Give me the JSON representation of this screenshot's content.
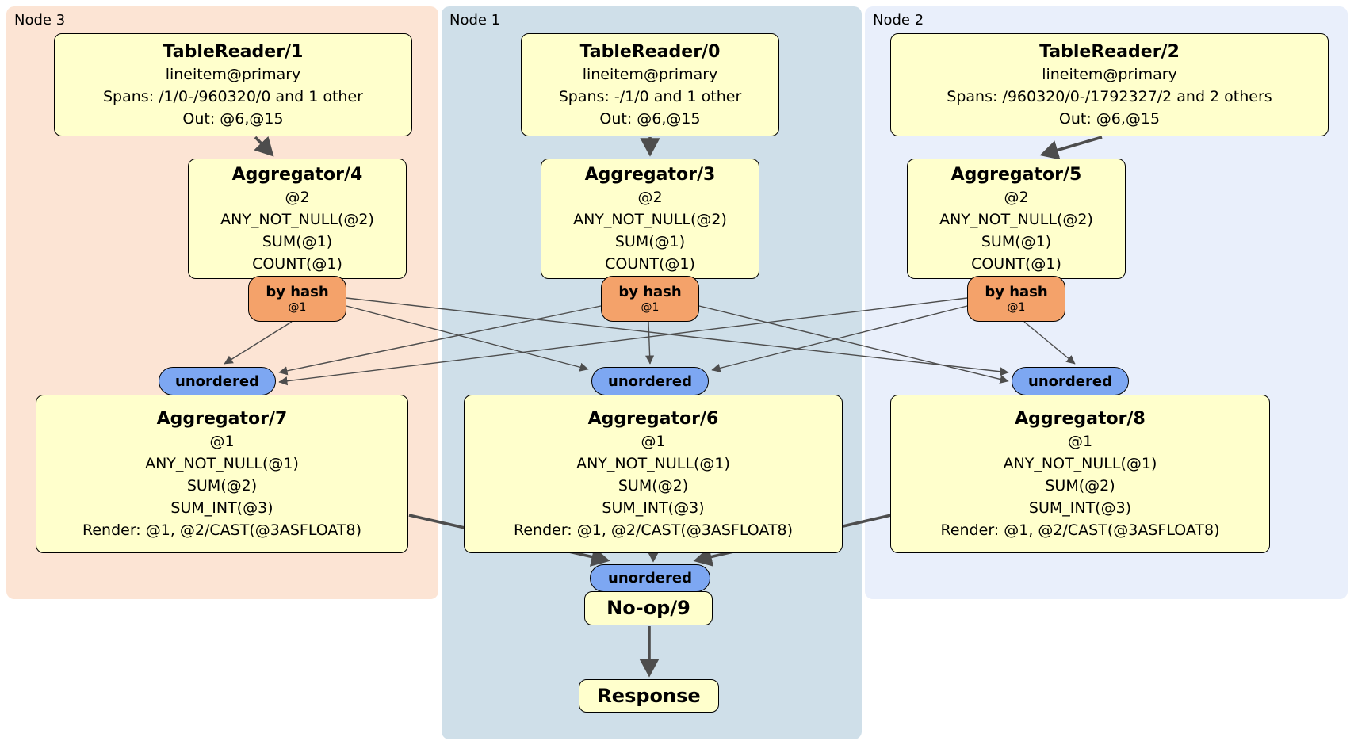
{
  "nodes": [
    {
      "label": "Node 3",
      "table_reader": {
        "title": "TableReader/1",
        "lines": [
          "lineitem@primary",
          "Spans: /1/0-/960320/0 and 1 other",
          "Out: @6,@15"
        ]
      },
      "aggregator_top": {
        "title": "Aggregator/4",
        "lines": [
          "@2",
          "ANY_NOT_NULL(@2)",
          "SUM(@1)",
          "COUNT(@1)"
        ]
      },
      "router": {
        "label": "by hash",
        "detail": "@1"
      },
      "sync_label": "unordered",
      "aggregator_bottom": {
        "title": "Aggregator/7",
        "lines": [
          "@1",
          "ANY_NOT_NULL(@1)",
          "SUM(@2)",
          "SUM_INT(@3)",
          "Render: @1, @2/CAST(@3ASFLOAT8)"
        ]
      }
    },
    {
      "label": "Node 1",
      "table_reader": {
        "title": "TableReader/0",
        "lines": [
          "lineitem@primary",
          "Spans: -/1/0 and 1 other",
          "Out: @6,@15"
        ]
      },
      "aggregator_top": {
        "title": "Aggregator/3",
        "lines": [
          "@2",
          "ANY_NOT_NULL(@2)",
          "SUM(@1)",
          "COUNT(@1)"
        ]
      },
      "router": {
        "label": "by hash",
        "detail": "@1"
      },
      "sync_label": "unordered",
      "aggregator_bottom": {
        "title": "Aggregator/6",
        "lines": [
          "@1",
          "ANY_NOT_NULL(@1)",
          "SUM(@2)",
          "SUM_INT(@3)",
          "Render: @1, @2/CAST(@3ASFLOAT8)"
        ]
      }
    },
    {
      "label": "Node 2",
      "table_reader": {
        "title": "TableReader/2",
        "lines": [
          "lineitem@primary",
          "Spans: /960320/0-/1792327/2 and 2 others",
          "Out: @6,@15"
        ]
      },
      "aggregator_top": {
        "title": "Aggregator/5",
        "lines": [
          "@2",
          "ANY_NOT_NULL(@2)",
          "SUM(@1)",
          "COUNT(@1)"
        ]
      },
      "router": {
        "label": "by hash",
        "detail": "@1"
      },
      "sync_label": "unordered",
      "aggregator_bottom": {
        "title": "Aggregator/8",
        "lines": [
          "@1",
          "ANY_NOT_NULL(@1)",
          "SUM(@2)",
          "SUM_INT(@3)",
          "Render: @1, @2/CAST(@3ASFLOAT8)"
        ]
      }
    }
  ],
  "final": {
    "sync_label": "unordered",
    "noop_title": "No-op/9",
    "response_title": "Response"
  },
  "colors": {
    "node3_bg": "#fce4d4",
    "node1_bg": "#cfdfe9",
    "node2_bg": "#e9effb",
    "processor_fill": "#ffffcc",
    "router_fill": "#f4a26a",
    "sync_fill": "#7da7f2",
    "edge": "#4d4d4d"
  }
}
